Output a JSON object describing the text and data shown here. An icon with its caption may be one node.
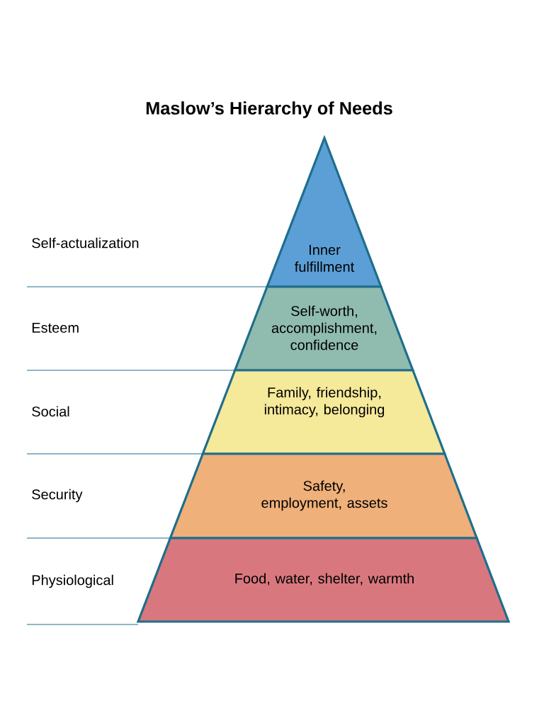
{
  "diagram": {
    "title": "Maslow’s Hierarchy of Needs",
    "nodes": [
      {
        "text": [
          "Inner fulfillment"
        ]
      },
      {
        "text": [
          "Self-worth, accomplishment, confidence"
        ]
      },
      {
        "text": [
          "Family, friendship, intimacy, belonging"
        ]
      },
      {
        "text": [
          "Safety, employment, assets"
        ]
      },
      {
        "text": [
          "Food, water, shelter, warmth"
        ]
      }
    ],
    "labels": [
      "Self-actualization",
      "Esteem",
      "Social",
      "Security",
      "Physiological"
    ]
  }
}
